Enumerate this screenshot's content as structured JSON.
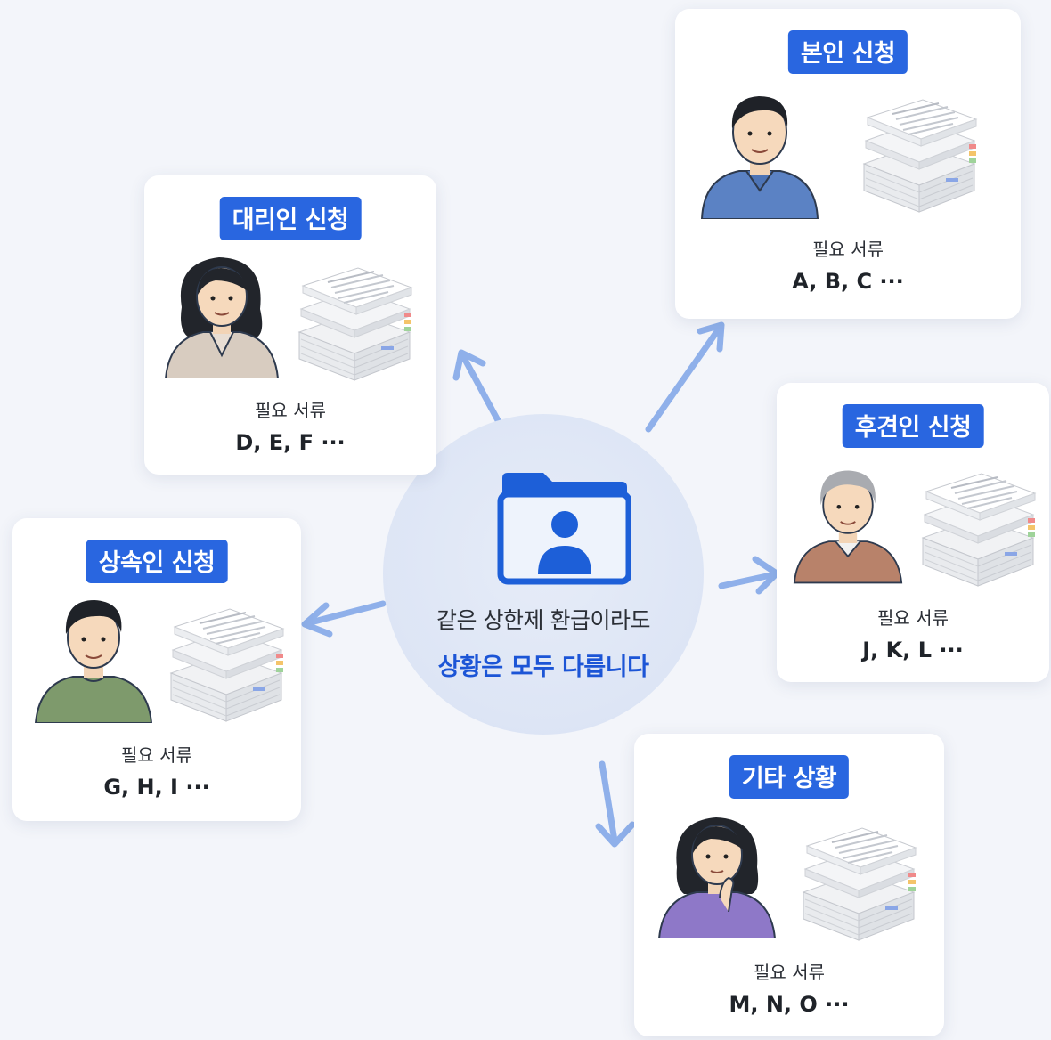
{
  "center": {
    "line1": "같은 상한제 환급이라도",
    "line2": "상황은 모두 다릅니다",
    "icon": "folder-person-icon"
  },
  "colors": {
    "accent": "#2966e0",
    "highlight_text": "#1c55d6",
    "arrow": "#8fb0ea",
    "background": "#f3f5fa"
  },
  "cards": {
    "self": {
      "title": "본인 신청",
      "doc_label": "필요 서류",
      "docs": "A, B, C ···"
    },
    "agent": {
      "title": "대리인 신청",
      "doc_label": "필요 서류",
      "docs": "D, E, F ···"
    },
    "heir": {
      "title": "상속인 신청",
      "doc_label": "필요 서류",
      "docs": "G, H, I ···"
    },
    "guardian": {
      "title": "후견인 신청",
      "doc_label": "필요 서류",
      "docs": "J, K, L ···"
    },
    "other": {
      "title": "기타 상황",
      "doc_label": "필요 서류",
      "docs": "M, N, O ···"
    }
  }
}
